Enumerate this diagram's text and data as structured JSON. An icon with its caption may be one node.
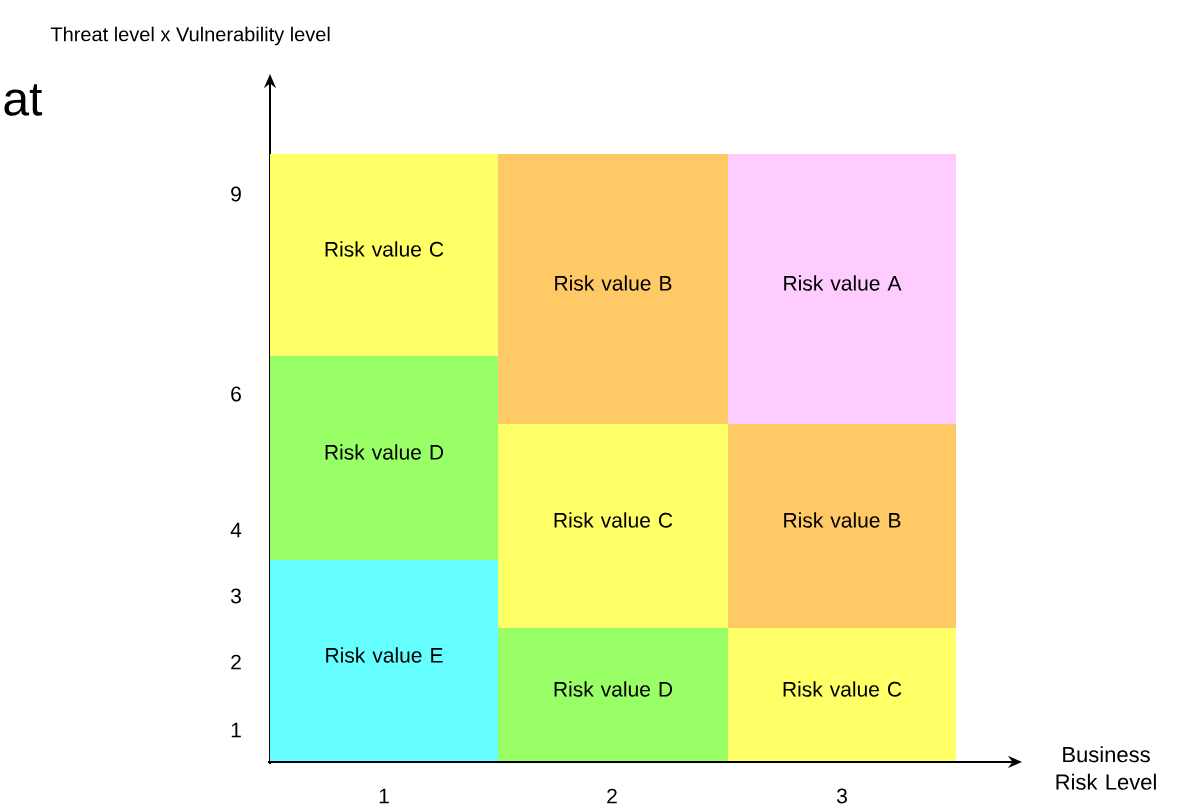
{
  "diagram": {
    "nodes": [
      {
        "text": [
          "Risk value C"
        ]
      },
      {
        "text": [
          "Risk value B"
        ]
      },
      {
        "text": [
          "Risk value A"
        ]
      },
      {
        "text": [
          "Risk value D"
        ]
      },
      {
        "text": [
          "Risk value C"
        ]
      },
      {
        "text": [
          "Risk value B"
        ]
      },
      {
        "text": [
          "Risk value E"
        ]
      },
      {
        "text": [
          "Risk value D"
        ]
      },
      {
        "text": [
          "Risk value C"
        ]
      }
    ],
    "labels": [
      "Threat level x Vulnerability level",
      "at",
      "9",
      "6",
      "4",
      "3",
      "2",
      "1",
      "1",
      "2",
      "3",
      "Business Risk Level"
    ]
  }
}
